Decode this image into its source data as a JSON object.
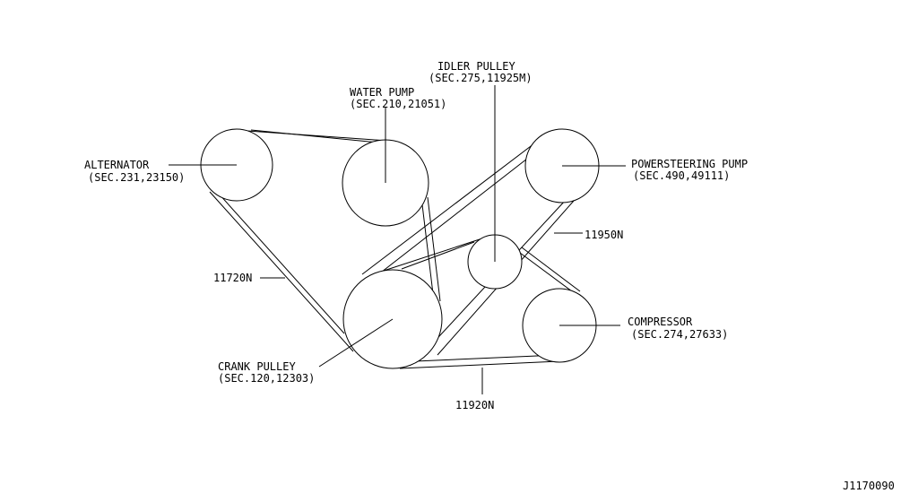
{
  "components": {
    "alternator": {
      "name": "ALTERNATOR",
      "sec": "(SEC.231,23150)"
    },
    "water_pump": {
      "name": "WATER PUMP",
      "sec": "(SEC.210,21051)"
    },
    "idler_pulley": {
      "name": "IDLER PULLEY",
      "sec": "(SEC.275,11925M)"
    },
    "powersteering_pump": {
      "name": "POWERSTEERING PUMP",
      "sec": "(SEC.490,49111)"
    },
    "compressor": {
      "name": "COMPRESSOR",
      "sec": "(SEC.274,27633)"
    },
    "crank_pulley": {
      "name": "CRANK PULLEY",
      "sec": "(SEC.120,12303)"
    }
  },
  "belts": {
    "belt_11720n": "11720N",
    "belt_11950n": "11950N",
    "belt_11920n": "11920N"
  },
  "diagram_id": "J1170090"
}
